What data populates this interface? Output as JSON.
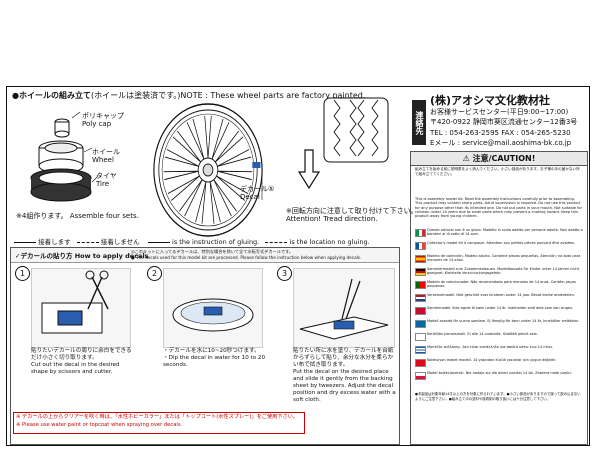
{
  "assembly": {
    "title": "●ホイールの組み立て",
    "title_note": "(ホイールは塗装済です。)NOTE : These wheel parts are factory painted.",
    "parts": {
      "polycap_jp": "ポリキャップ",
      "polycap_en": "Poly cap",
      "wheel_jp": "ホイール",
      "wheel_en": "Wheel",
      "tire_jp": "タイヤ",
      "tire_en": "Tire"
    },
    "make_four": "※4組作ります。 Assemble four sets.",
    "decal_jp": "デカール⑤",
    "decal_en": "Decal",
    "tread_jp": "※回転方向に注意して取り付けて下さい。",
    "tread_en": "Attention! Tread direction."
  },
  "legend": {
    "glue_jp": "接着します",
    "noglue_jp": "接着しません",
    "glue_en": "is the instruction of gluing.",
    "noglue_en": "is the location no gluing."
  },
  "howto": {
    "title": "✓デカールの貼り方 How to apply decals",
    "note_jp": "◎このキットに入ってるデカールは、特別な場合を除いて全て水転写式デカールです。",
    "note_en": "● The decals used for this model kit are processed. Please follow the instruction below when applying decals.",
    "steps": [
      {
        "num": "1",
        "jp": "貼りたいデカールの周りに余白をできるだけ小さく切り取ります。",
        "en": "Cut out the decal in the desired shape by scissors and cutter."
      },
      {
        "num": "2",
        "jp": "・デカールを水に10~20秒つけます。",
        "en": "・Dip the decal in water for 10 to 20 seconds."
      },
      {
        "num": "3",
        "jp": "貼りたい所に水を塗り、デカールを台紙からずらして貼り、余分な水分を柔らかい布で拭き取ります。",
        "en": "Put the decal on the desired place and slide it gently from the backing sheet by tweezers. Adjust the decal position and dry excess water with a soft cloth."
      }
    ],
    "warn_jp": "※ デカールの上からクリアーを吹く時は、「水性ホビーカラー」または「トップコート(水性スプレー)」をご使用下さい。",
    "warn_en": "※ Please use water paint or topcoat when spraying over decals."
  },
  "contact": {
    "side": "連絡先",
    "company": "(株)アオシマ文化教材社",
    "service": "お客様サービスセンター(平日9:00~17:00)",
    "address": "〒420-0922 静岡市葵区流通センター12番3号",
    "tel": "TEL : 054-263-2595 FAX : 054-265-5230",
    "email": "Eメール : service@mail.aoshima-bk.co.jp"
  },
  "caution": {
    "title": "注意/CAUTION!",
    "jp": "組み立てを始める前に説明書をよく読んでください。小さい部品があります。お子様の手の届かない所で組み立ててください。",
    "en": "This is assembly model kit. Read the assembly instructions carefully prior to assembling. This product may contain sharp parts. Adult supervision is required. Do not use this product for any purpose other than its intended one. Do not put parts in your mouth. Not suitable for children under 14 years due to small parts which may present a choking hazard. Keep this product away from young children.",
    "langs": [
      {
        "flag": "it",
        "text": "Questo articolo non è un gioco. Modello in scala adatto per persone adulte. Non adatto a bambini al di sotto di 14 anni."
      },
      {
        "flag": "fr",
        "text": "Collector's model kit à composer. Attention aux petites pièces pouvant être avalées."
      },
      {
        "flag": "es",
        "text": "Modelo de colección. Modelo adulto. Contiene piezas pequeñas. Atención: no apto para menores de 14 años."
      },
      {
        "flag": "de",
        "text": "Sammlermodell zum Zusammenbauen. Modellbausatz für Kinder unter 14 Jahren nicht geeignet. Kleinteile Verschluckungsgefahr."
      },
      {
        "flag": "pt",
        "text": "Modelo de colecionador. Não recomendado para menores de 14 anos. Contém peças pequenas."
      },
      {
        "flag": "nl",
        "text": "Verzamelmodel. Niet geschikt voor kinderen onder 14 jaar. Bevat kleine onderdelen."
      },
      {
        "flag": "dk",
        "text": "Samlermodel. Ikke egnet til børn under 14 år. Indeholder små dele som kan sluges."
      },
      {
        "flag": "se",
        "text": "Modell avsedd för vuxna samlare. Ej lämplig för barn under 14 år. Innehåller smådelar."
      },
      {
        "flag": "fi",
        "text": "Keräilijän pienoismalli. Ei alle 14-vuotiaille. Sisältää pieniä osia."
      },
      {
        "flag": "gr",
        "text": "Μοντέλο συλλογής. Δεν είναι κατάλληλο για παιδιά κάτω των 14 ετών."
      },
      {
        "flag": "tr",
        "text": "Koleksiyon maket modeli. 14 yaşından küçük çocuklar için uygun değildir."
      },
      {
        "flag": "pl",
        "text": "Model kolekcjonerski. Nie nadaje się dla dzieci poniżej 14 lat. Zawiera małe części."
      }
    ],
    "footer": "●本製品は対象年齢14才以上の方を対象に作られています。●小さい部品がありますので誤って飲み込まないようにご注意下さい。●組み立て中の塗料や接着剤の取り扱いには十分注意して下さい。"
  },
  "colors": {
    "accent": "#c00000",
    "frame": "#111111"
  }
}
